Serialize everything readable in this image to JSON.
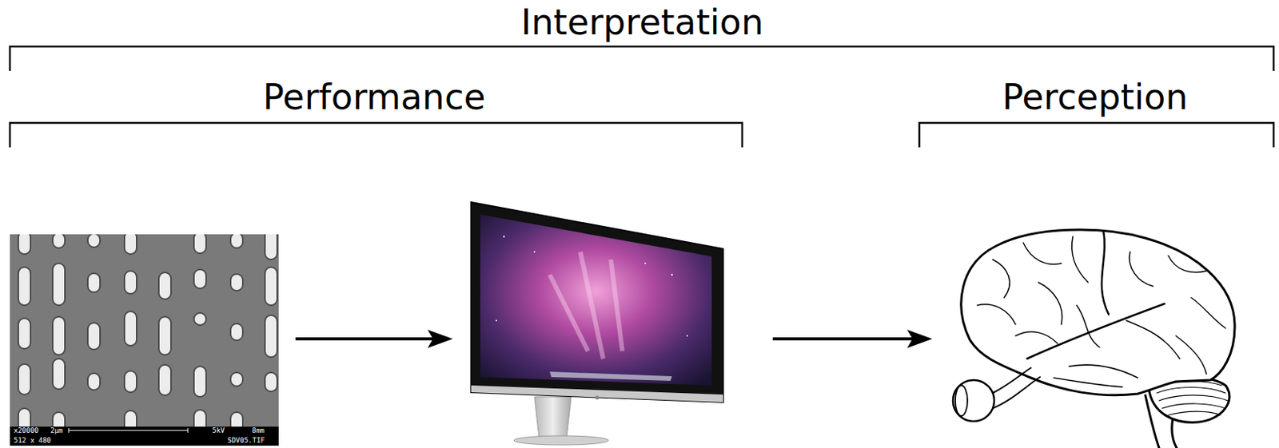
{
  "diagram": {
    "labels": [
      "Interpretation",
      "Performance",
      "Perception",
      "x20000",
      "2μm",
      "5kV",
      "8mm",
      "512 x 480",
      "SDV05.TIF"
    ]
  }
}
